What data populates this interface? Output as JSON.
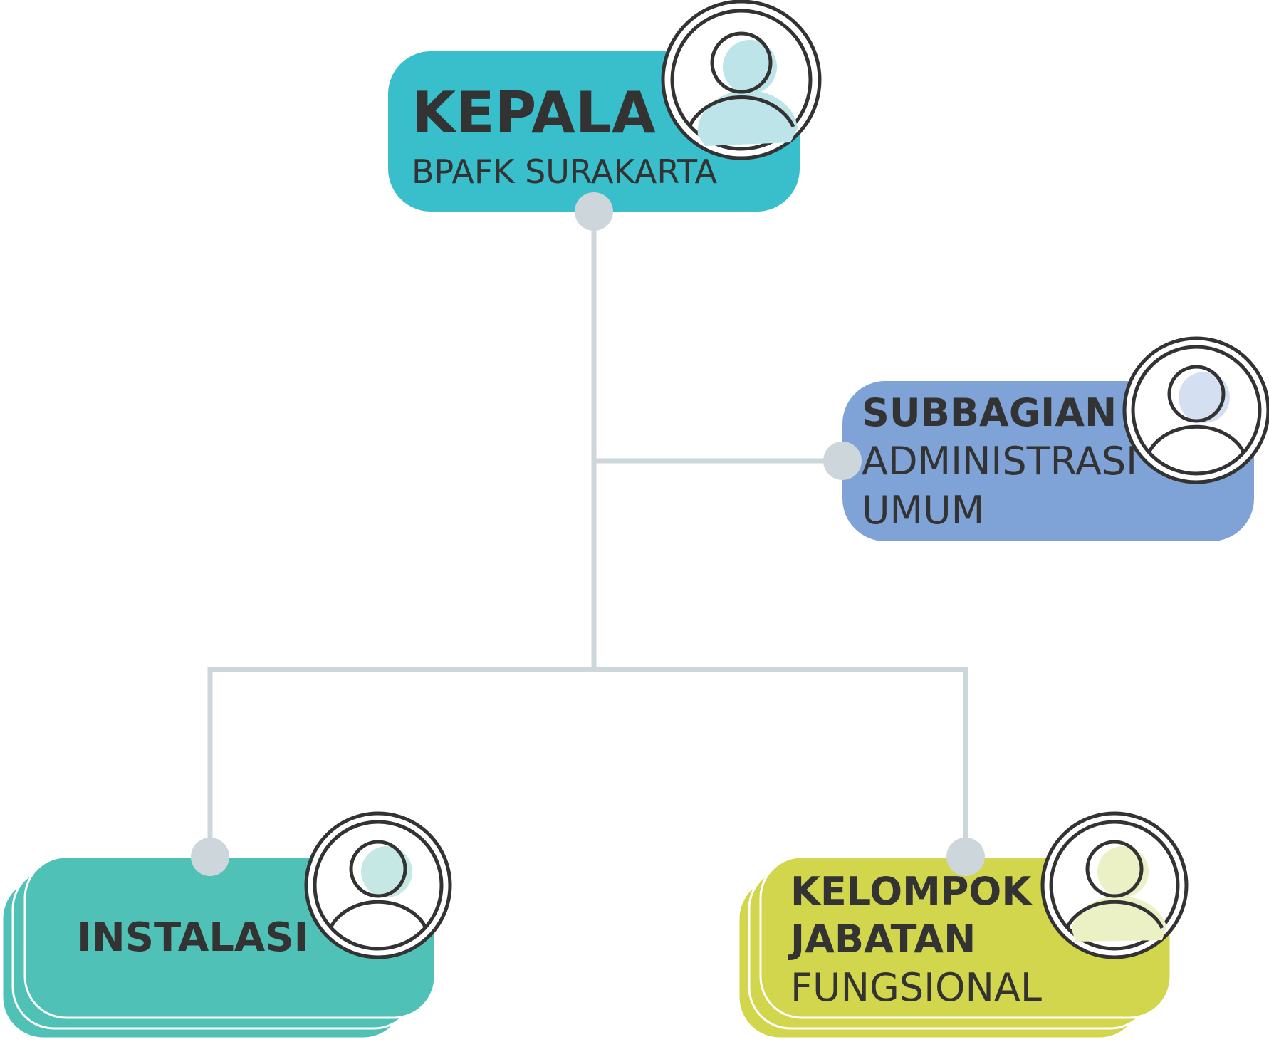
{
  "nodes": {
    "kepala": {
      "title": "KEPALA",
      "subtitle": "BPAFK SURAKARTA",
      "color": "#38BFCB",
      "icon_fill": "#BDE4E8"
    },
    "subbagian": {
      "line1": "SUBBAGIAN",
      "line2": "ADMINISTRASI",
      "line3": "UMUM",
      "color": "#7FA3D6",
      "icon_fill": "#D4E0F2"
    },
    "instalasi": {
      "title": "INSTALASI",
      "color": "#4FC1B7",
      "icon_fill": "#C5E8E5"
    },
    "kelompok": {
      "line1": "KELOMPOK",
      "line2": "JABATAN",
      "line3": "FUNGSIONAL",
      "color": "#D1D64C",
      "icon_fill": "#EBF0C5"
    }
  },
  "connector_color": "#CDD6DB",
  "icons": [
    "user-avatar-icon"
  ]
}
